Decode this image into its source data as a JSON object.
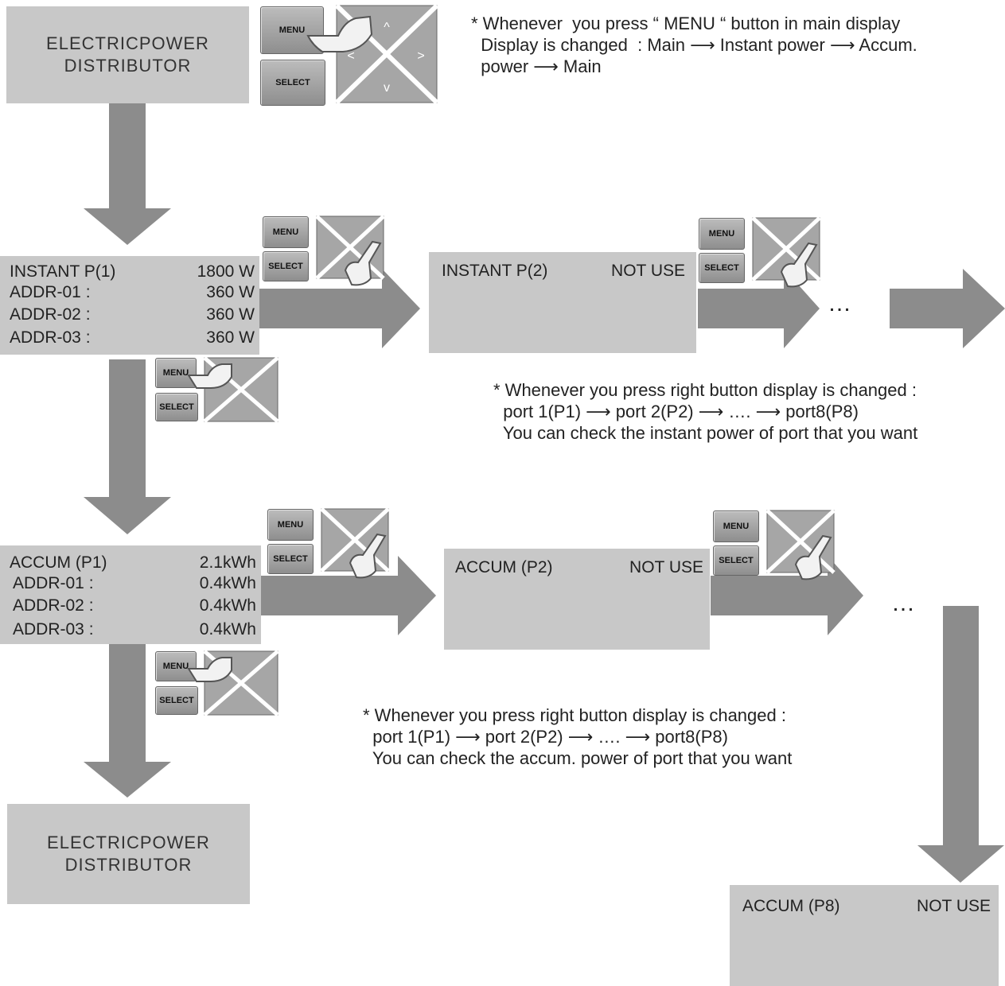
{
  "screens": {
    "main_top": {
      "line1": "ELECTRICPOWER",
      "line2": "DISTRIBUTOR"
    },
    "main_bottom": {
      "line1": "ELECTRICPOWER",
      "line2": "DISTRIBUTOR"
    },
    "instant_p1": {
      "rows": [
        {
          "label": "INSTANT P(1)",
          "value": "1800 W"
        },
        {
          "label": "ADDR-01 :",
          "value": "360 W"
        },
        {
          "label": "ADDR-02 :",
          "value": "360 W"
        },
        {
          "label": "ADDR-03 :",
          "value": "360 W"
        }
      ]
    },
    "instant_p2": {
      "label": "INSTANT P(2)",
      "value": "NOT USE"
    },
    "accum_p1": {
      "rows": [
        {
          "label": "ACCUM (P1)",
          "value": "2.1kWh"
        },
        {
          "label": "ADDR-01 :",
          "value": "0.4kWh"
        },
        {
          "label": "ADDR-02 :",
          "value": "0.4kWh"
        },
        {
          "label": "ADDR-03 :",
          "value": "0.4kWh"
        }
      ]
    },
    "accum_p2": {
      "label": "ACCUM (P2)",
      "value": "NOT USE"
    },
    "accum_p8": {
      "label": "ACCUM (P8)",
      "value": "NOT USE"
    }
  },
  "keypad": {
    "menu_label": "MENU",
    "select_label": "SELECT"
  },
  "notes": {
    "menu_note": "* Whenever  you press “ MENU “ button in main display\n  Display is changed  : Main ⟶ Instant power ⟶ Accum.\n  power ⟶ Main",
    "instant_note": "* Whenever you press right button display is changed :\n  port 1(P1) ⟶ port 2(P2) ⟶ …. ⟶ port8(P8)\n  You can check the instant power of port that you want",
    "accum_note": "* Whenever you press right button display is changed :\n  port 1(P1) ⟶ port 2(P2) ⟶ …. ⟶ port8(P8)\n  You can check the accum. power of port that you want"
  },
  "ellipsis": "…",
  "colors": {
    "screen": "#c8c8c8",
    "arrow": "#8c8c8c",
    "button": "#a0a0a0"
  }
}
